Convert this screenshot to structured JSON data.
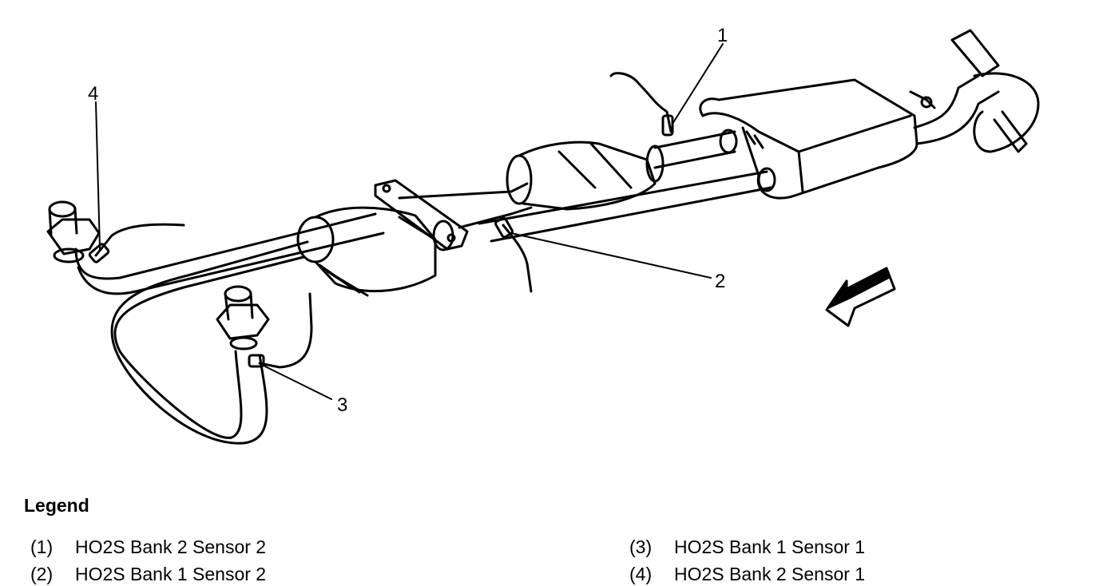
{
  "diagram": {
    "callouts": [
      {
        "id": "1",
        "label": "1"
      },
      {
        "id": "2",
        "label": "2"
      },
      {
        "id": "3",
        "label": "3"
      },
      {
        "id": "4",
        "label": "4"
      }
    ]
  },
  "legend": {
    "title": "Legend",
    "items": [
      {
        "number": "(1)",
        "text": "HO2S Bank 2 Sensor 2"
      },
      {
        "number": "(2)",
        "text": "HO2S Bank 1 Sensor 2"
      },
      {
        "number": "(3)",
        "text": "HO2S Bank 1 Sensor 1"
      },
      {
        "number": "(4)",
        "text": "HO2S Bank 2 Sensor 1"
      }
    ]
  }
}
